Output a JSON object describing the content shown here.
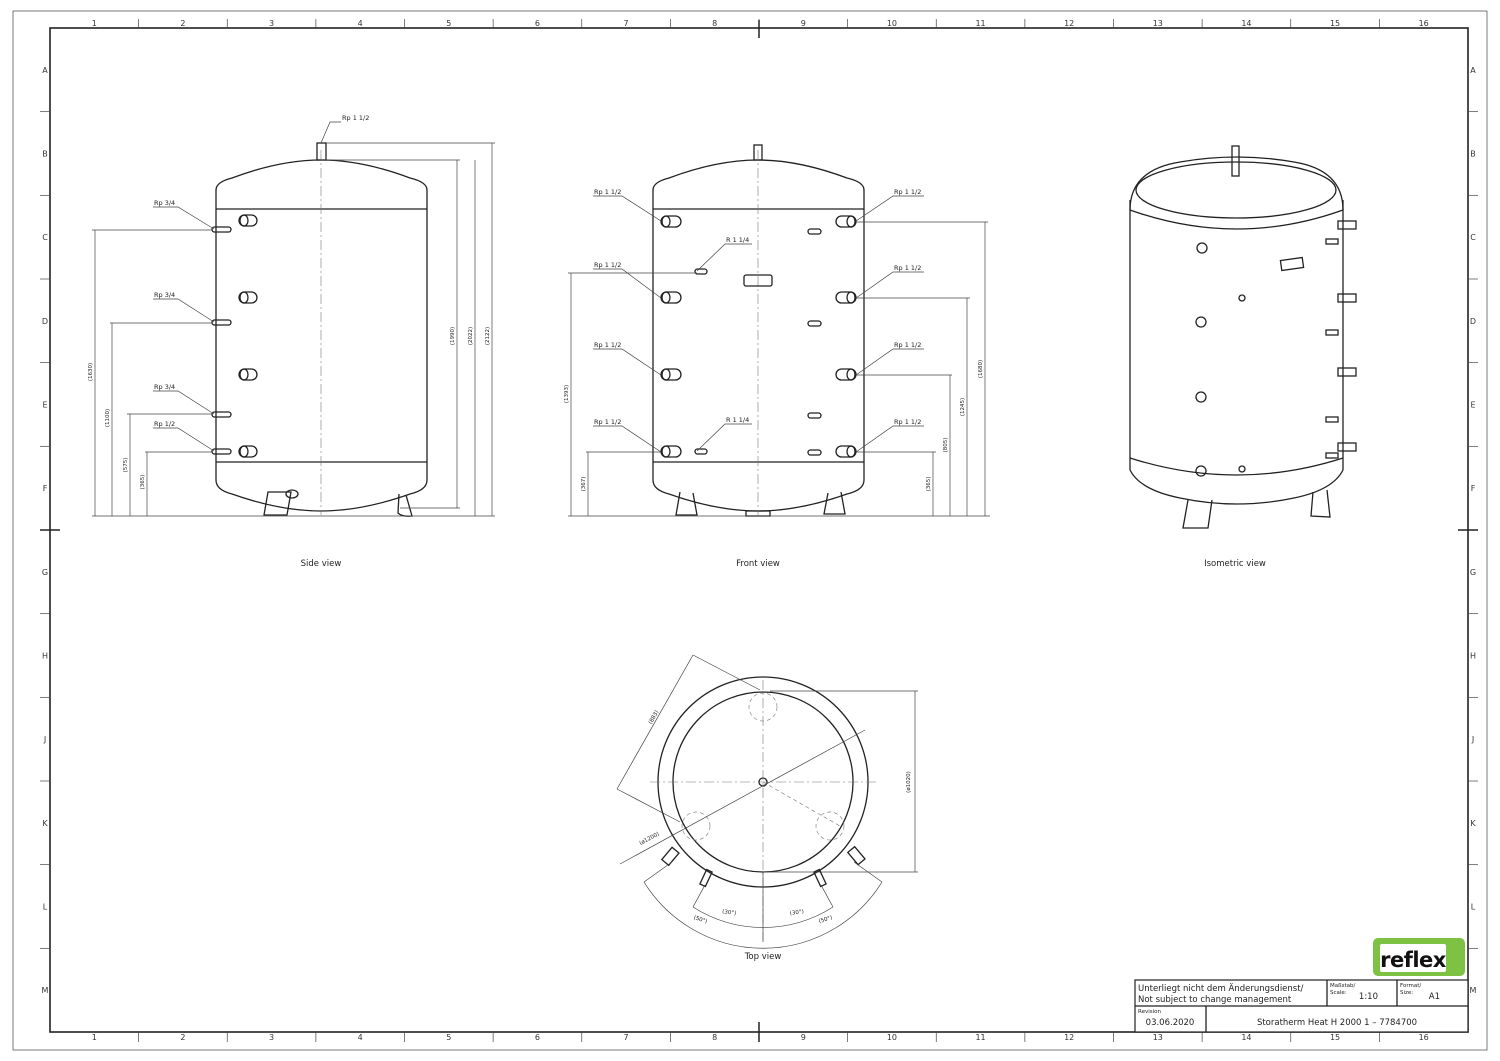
{
  "drawing": {
    "grid_columns": [
      "1",
      "2",
      "3",
      "4",
      "5",
      "6",
      "7",
      "8",
      "9",
      "10",
      "11",
      "12",
      "13",
      "14",
      "15",
      "16"
    ],
    "grid_rows": [
      "A",
      "B",
      "C",
      "D",
      "E",
      "F",
      "G",
      "H",
      "J",
      "K",
      "L",
      "M"
    ],
    "views": {
      "side": {
        "caption": "Side view",
        "callouts": [
          "Rp 1 1/2",
          "Rp 3/4",
          "Rp 3/4",
          "Rp 3/4",
          "Rp 1/2"
        ],
        "dimensions_left": [
          "(1630)",
          "(1100)",
          "(575)",
          "(365)"
        ],
        "dimensions_right": [
          "(1990)",
          "(2022)",
          "(2122)"
        ]
      },
      "front": {
        "caption": "Front view",
        "callouts_left": [
          "Rp 1 1/2",
          "Rp 1 1/2",
          "Rp 1 1/2",
          "Rp 1 1/2"
        ],
        "callouts_mid": [
          "R 1 1/4",
          "R 1 1/4"
        ],
        "callouts_right": [
          "Rp 1 1/2",
          "Rp 1 1/2",
          "Rp 1 1/2",
          "Rp 1 1/2"
        ],
        "dimensions_left": [
          "(1393)",
          "(367)"
        ],
        "dimensions_right": [
          "(365)",
          "(805)",
          "(1245)",
          "(1680)"
        ]
      },
      "isometric": {
        "caption": "Isometric view"
      },
      "top": {
        "caption": "Top view",
        "dimensions": [
          "(883)",
          "(ø1200)",
          "(ø1020)",
          "(30°)",
          "(30°)",
          "(50°)",
          "(50°)"
        ]
      }
    }
  },
  "logo": {
    "text": "reflex",
    "color": "#7dc242"
  },
  "title_block": {
    "note_de": "Unterliegt nicht dem Änderungsdienst/",
    "note_en": "Not subject to change management",
    "scale_label": "Maßstab/\nScale:",
    "scale_label_de": "Maßstab/",
    "scale_label_en": "Scale:",
    "scale_value": "1:10",
    "format_label_de": "Format/",
    "format_label_en": "Size:",
    "format_value": "A1",
    "revision_label": "Revision",
    "revision_value": "03.06.2020",
    "title": "Storatherm Heat H 2000 1 – 7784700"
  }
}
